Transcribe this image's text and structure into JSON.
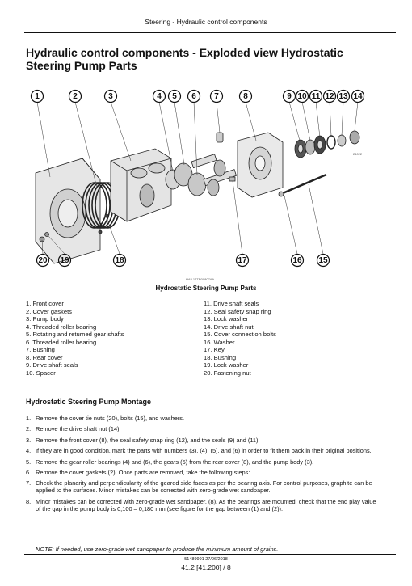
{
  "running_header": "Steering - Hydraulic control components",
  "title": "Hydraulic control components - Exploded view Hydrostatic Steering Pump Parts",
  "figure": {
    "callouts_top": [
      "1",
      "2",
      "3",
      "4",
      "5",
      "6",
      "7",
      "8",
      "9",
      "10",
      "11",
      "12",
      "13",
      "14"
    ],
    "callouts_bottom": [
      "20",
      "19",
      "18",
      "17",
      "16",
      "15"
    ],
    "small_code": "24022",
    "figure_code": "HAIL17TR00807AA"
  },
  "caption": "Hydrostatic Steering Pump Parts",
  "parts_left": [
    "1. Front cover",
    "2. Cover gaskets",
    "3. Pump body",
    "4. Threaded roller bearing",
    "5. Rotating and returned gear shafts",
    "6. Threaded roller bearing",
    "7. Bushing",
    "8. Rear cover",
    "9. Drive shaft seals",
    "10. Spacer"
  ],
  "parts_right": [
    "11. Drive shaft seals",
    "12. Seal safety snap ring",
    "13. Lock washer",
    "14. Drive shaft nut",
    "15. Cover connection bolts",
    "16. Washer",
    "17. Key",
    "18. Bushing",
    "19. Lock washer",
    "20. Fastening nut"
  ],
  "section_heading": "Hydrostatic Steering Pump Montage",
  "steps": [
    {
      "num": "1.",
      "text": "Remove the cover tie nuts (20), bolts (15), and washers."
    },
    {
      "num": "2.",
      "text": "Remove the drive shaft nut (14)."
    },
    {
      "num": "3.",
      "text": "Remove the front cover (8), the seal safety snap ring (12), and the seals (9) and (11)."
    },
    {
      "num": "4.",
      "text": "If they are in good condition, mark the parts with numbers (3), (4), (5), and (6) in order to fit them back in their original positions."
    },
    {
      "num": "5.",
      "text": "Remove the gear roller bearings (4) and (6), the gears (5) from the rear cover (8), and the pump body (3)."
    },
    {
      "num": "6.",
      "text": "Remove the cover gaskets (2). Once parts are removed, take the following steps:"
    },
    {
      "num": "7.",
      "text": "Check the planarity and perpendicularity of the geared side faces as per the bearing axis. For control purposes, graphite can be applied to the surfaces. Minor mistakes can be corrected with zero-grade wet sandpaper."
    },
    {
      "num": "8.",
      "text": "Minor mistakes can be corrected with zero-grade wet sandpaper. (8). As the bearings are mounted, check that the end play value of the gap in the pump body is 0,100 – 0,180 mm (see figure for the gap between (1) and (2))."
    }
  ],
  "note": "NOTE: If needed, use zero-grade wet sandpaper to produce the minimum amount of grains.",
  "footer": {
    "doc_id": "51489991 27/06/2018",
    "page": "41.2 [41.200] / 8"
  }
}
